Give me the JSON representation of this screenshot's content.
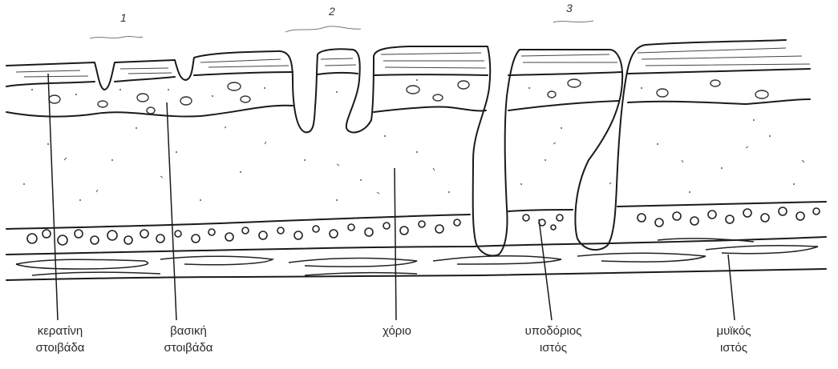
{
  "figure": {
    "numbers": [
      "1",
      "2",
      "3"
    ],
    "labels": [
      {
        "key": "keratin",
        "line1": "κερατίνη",
        "line2": "στοιβάδα"
      },
      {
        "key": "basal",
        "line1": "βασική",
        "line2": "στοιβάδα"
      },
      {
        "key": "dermis",
        "line1": "χόριο",
        "line2": ""
      },
      {
        "key": "subcutaneous",
        "line1": "υποδόριος",
        "line2": "ιστός"
      },
      {
        "key": "muscle",
        "line1": "μυϊκός",
        "line2": "ιστός"
      }
    ]
  }
}
